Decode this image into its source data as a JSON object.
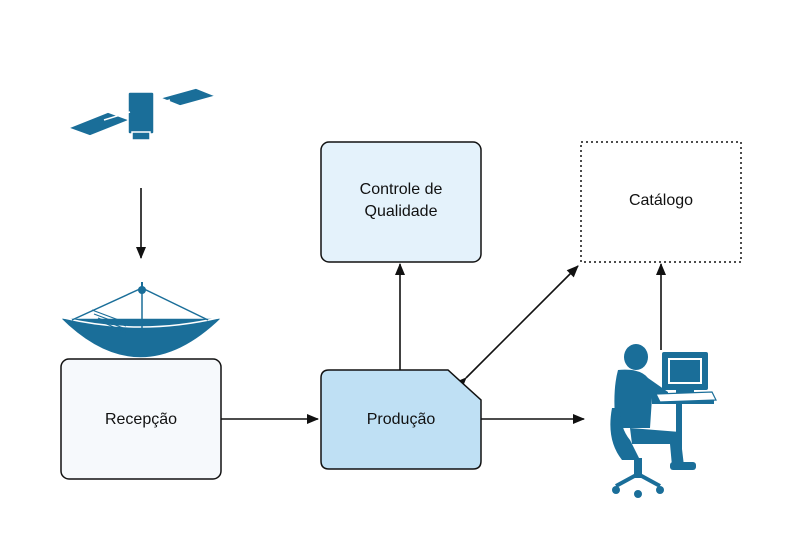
{
  "nodes": {
    "recepcao": {
      "label": "Recepção"
    },
    "producao": {
      "label": "Produção"
    },
    "controle": {
      "line1": "Controle de",
      "line2": "Qualidade"
    },
    "catalogo": {
      "label": "Catálogo"
    }
  },
  "icons": {
    "satellite": "satellite-icon",
    "dish": "satellite-dish-icon",
    "user": "user-at-computer-icon"
  },
  "colors": {
    "icon": "#1a6e99",
    "box_light": "#e4f2fb",
    "box_mid": "#bfe0f4",
    "box_white": "#f6f9fc",
    "stroke": "#111111"
  }
}
